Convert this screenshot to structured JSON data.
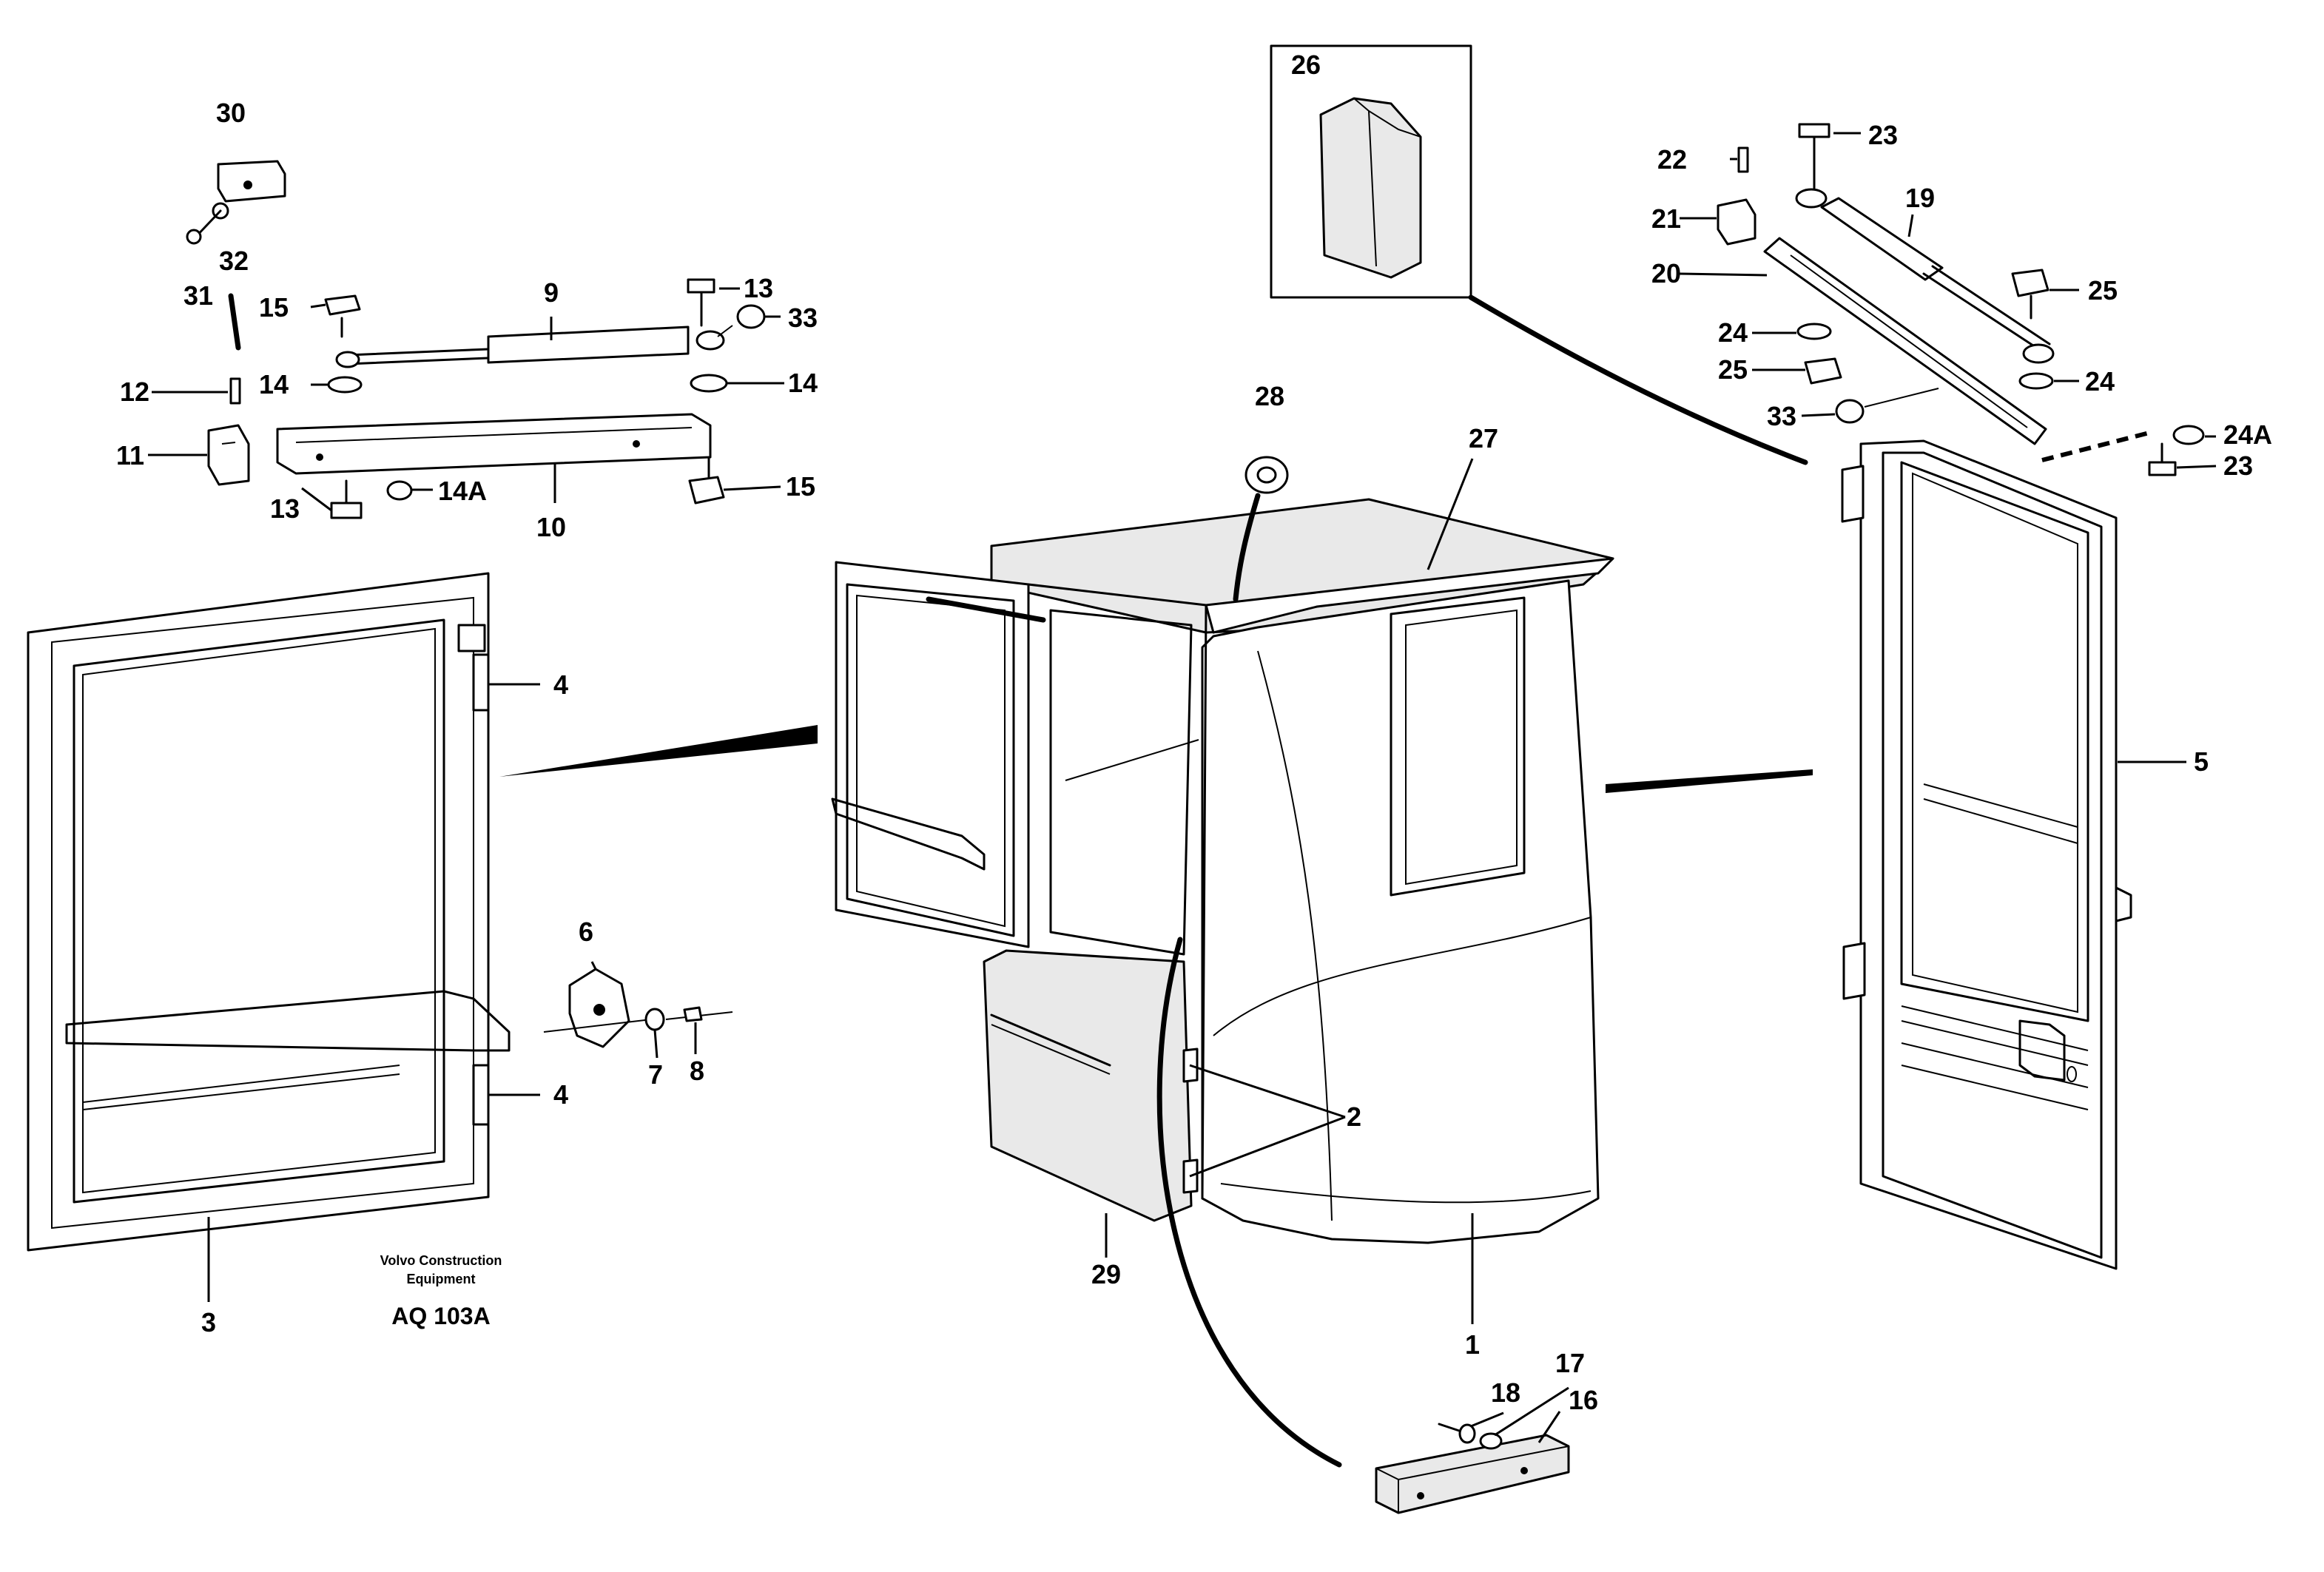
{
  "credit": {
    "line1": "Volvo Construction",
    "line2": "Equipment",
    "code": "AQ 103A"
  },
  "callouts": {
    "c1": "1",
    "c2": "2",
    "c3": "3",
    "c4a": "4",
    "c4b": "4",
    "c5": "5",
    "c6": "6",
    "c7": "7",
    "c8": "8",
    "c9": "9",
    "c10": "10",
    "c11": "11",
    "c12": "12",
    "c13a": "13",
    "c13b": "13",
    "c14a": "14",
    "c14b": "14",
    "c14A": "14A",
    "c15a": "15",
    "c15b": "15",
    "c16": "16",
    "c17": "17",
    "c18": "18",
    "c19": "19",
    "c20": "20",
    "c21": "21",
    "c22": "22",
    "c23a": "23",
    "c23b": "23",
    "c24a": "24",
    "c24b": "24",
    "c24A": "24A",
    "c25a": "25",
    "c25b": "25",
    "c26": "26",
    "c27": "27",
    "c28": "28",
    "c29": "29",
    "c30": "30",
    "c31": "31",
    "c32": "32",
    "c33a": "33",
    "c33b": "33"
  }
}
